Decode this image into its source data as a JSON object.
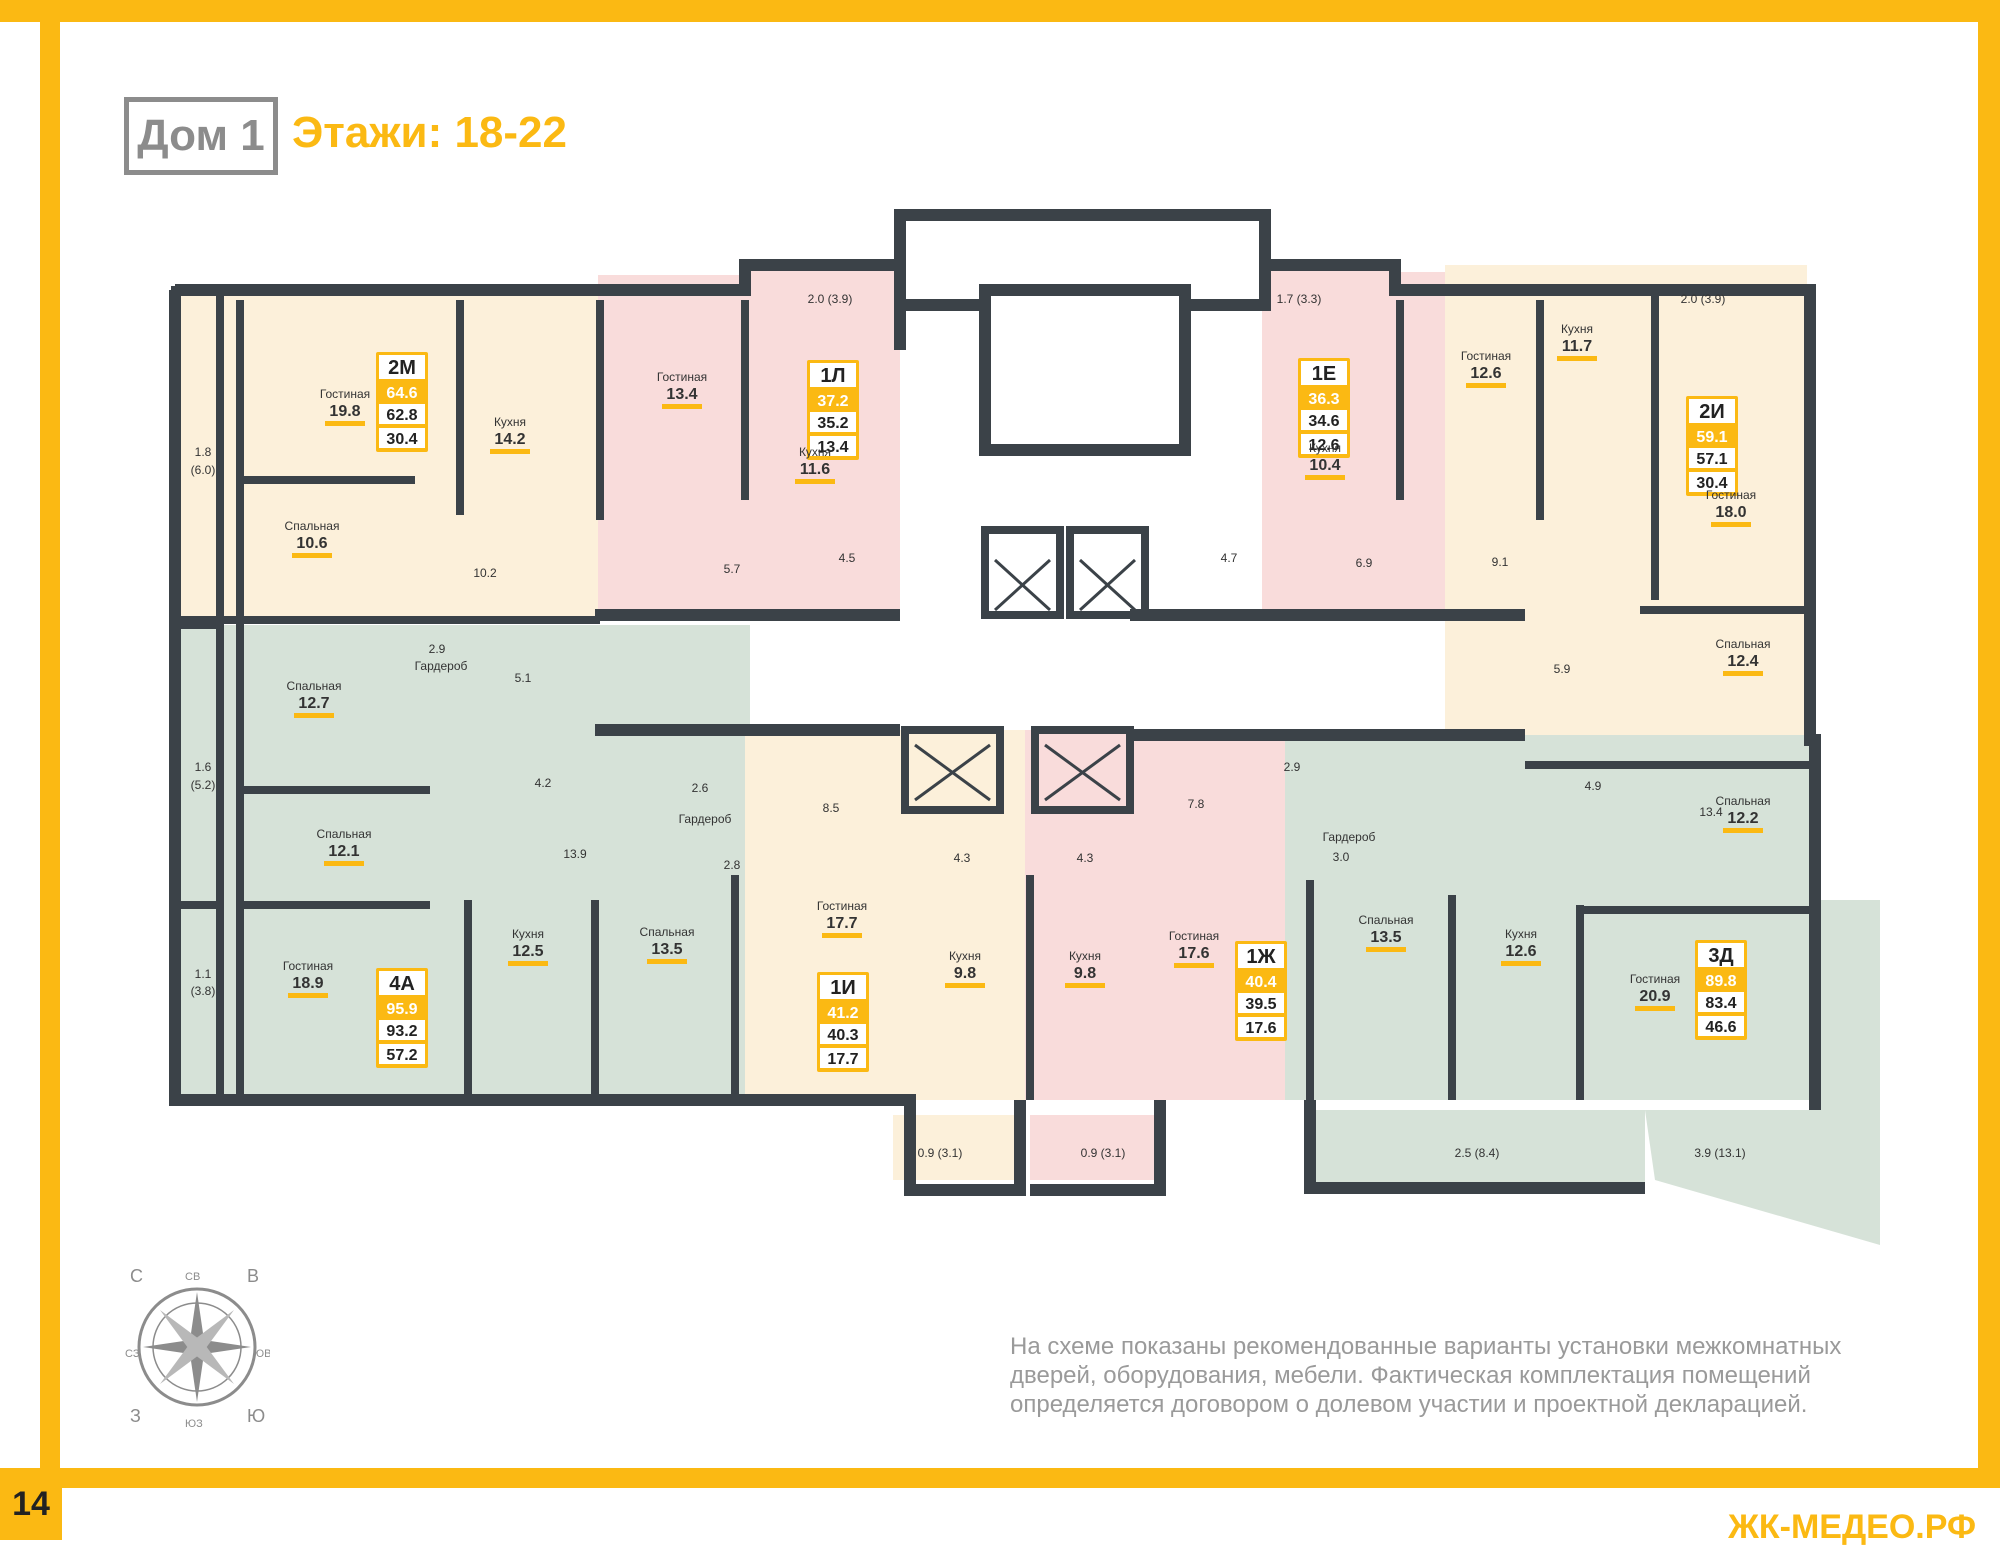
{
  "header": {
    "house": "Дом 1",
    "floors": "Этажи: 18-22"
  },
  "page_number": "14",
  "site": "ЖК-МЕДЕО.РФ",
  "note": "На схеме показаны рекомендованные варианты установки межкомнатных дверей, оборудования, мебели. Фактическая комплектация помещений определяется договором о долевом участии и проектной декларацией.",
  "compass": {
    "n": "С",
    "ne": "СВ",
    "e": "В",
    "se": "ЮВ",
    "s": "Ю",
    "sw": "ЮЗ",
    "w": "З",
    "nw": "СЗ"
  },
  "colors": {
    "accent": "#FBB913",
    "wall": "#3b4248",
    "cream": "#FCF0DA",
    "pink": "#F9DCDB",
    "green": "#D6E2D8"
  },
  "apartments": [
    {
      "code": "2М",
      "total": "64.6",
      "living_area": "62.8",
      "living": "30.4"
    },
    {
      "code": "1Л",
      "total": "37.2",
      "living_area": "35.2",
      "living": "13.4"
    },
    {
      "code": "1Е",
      "total": "36.3",
      "living_area": "34.6",
      "living": "12.6"
    },
    {
      "code": "2И",
      "total": "59.1",
      "living_area": "57.1",
      "living": "30.4"
    },
    {
      "code": "4А",
      "total": "95.9",
      "living_area": "93.2",
      "living": "57.2"
    },
    {
      "code": "1И",
      "total": "41.2",
      "living_area": "40.3",
      "living": "17.7"
    },
    {
      "code": "1Ж",
      "total": "40.4",
      "living_area": "39.5",
      "living": "17.6"
    },
    {
      "code": "3Д",
      "total": "89.8",
      "living_area": "83.4",
      "living": "46.6"
    }
  ],
  "rooms": [
    {
      "name": "Гостиная",
      "area": "19.8"
    },
    {
      "name": "Кухня",
      "area": "14.2"
    },
    {
      "name": "Спальная",
      "area": "10.6"
    },
    {
      "name": "Гостиная",
      "area": "13.4"
    },
    {
      "name": "Кухня",
      "area": "11.6"
    },
    {
      "name": "Гостиная",
      "area": "12.6"
    },
    {
      "name": "Кухня",
      "area": "10.4"
    },
    {
      "name": "Кухня",
      "area": "11.7"
    },
    {
      "name": "Гостиная",
      "area": "18.0"
    },
    {
      "name": "Спальная",
      "area": "12.4"
    },
    {
      "name": "Спальная",
      "area": "12.7"
    },
    {
      "name": "Спальная",
      "area": "12.1"
    },
    {
      "name": "Гостиная",
      "area": "18.9"
    },
    {
      "name": "Кухня",
      "area": "12.5"
    },
    {
      "name": "Спальная",
      "area": "13.5"
    },
    {
      "name": "Гостиная",
      "area": "17.7"
    },
    {
      "name": "Кухня",
      "area": "9.8"
    },
    {
      "name": "Кухня",
      "area": "9.8"
    },
    {
      "name": "Гостиная",
      "area": "17.6"
    },
    {
      "name": "Спальная",
      "area": "13.5"
    },
    {
      "name": "Кухня",
      "area": "12.6"
    },
    {
      "name": "Спальная",
      "area": "12.2"
    },
    {
      "name": "Гостиная",
      "area": "20.9"
    }
  ],
  "small_areas": [
    "2.0 (3.9)",
    "1.7 (3.3)",
    "2.0 (3.9)",
    "1.8",
    "(6.0)",
    "10.2",
    "5.7",
    "4.5",
    "4.7",
    "6.9",
    "9.1",
    "2.9",
    "Гардероб",
    "5.1",
    "5.9",
    "1.6",
    "(5.2)",
    "4.2",
    "13.9",
    "2.6",
    "Гардероб",
    "2.8",
    "8.5",
    "7.8",
    "2.9",
    "Гардероб",
    "3.0",
    "13.4",
    "4.9",
    "4.3",
    "4.3",
    "1.1",
    "(3.8)",
    "0.9 (3.1)",
    "0.9 (3.1)",
    "2.5 (8.4)",
    "3.9 (13.1)"
  ]
}
